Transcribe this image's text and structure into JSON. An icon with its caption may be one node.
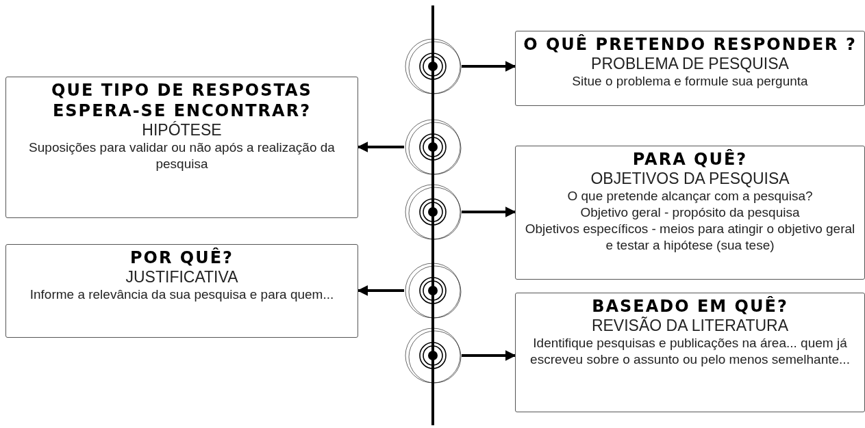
{
  "diagram": {
    "nodes": [
      {
        "text": [
          "O QUÊ PRETENDO RESPONDER ?",
          "PROBLEMA DE PESQUISA",
          "Situe o problema e formule sua pergunta"
        ]
      },
      {
        "text": [
          "QUE TIPO DE RESPOSTAS ESPERA-SE ENCONTRAR?",
          "HIPÓTESE",
          "Suposições para validar ou não após a realização da pesquisa"
        ]
      },
      {
        "text": [
          "PARA QUÊ?",
          "OBJETIVOS DA PESQUISA",
          "O que pretende alcançar com a pesquisa?",
          "Objetivo geral - propósito da pesquisa",
          "Objetivos específicos - meios para atingir o objetivo geral e testar a hipótese (sua tese)"
        ]
      },
      {
        "text": [
          "POR QUÊ?",
          "JUSTIFICATIVA",
          "Informe a relevância da sua pesquisa e para quem..."
        ]
      },
      {
        "text": [
          "BASEADO EM QUÊ?",
          "REVISÃO DA LITERATURA",
          "Identifique pesquisas e publicações na área... quem já escreveu sobre o assunto ou pelo menos semelhante..."
        ]
      },
      {
        "text": [],
        "shape": "circle"
      },
      {
        "text": [],
        "shape": "circle"
      },
      {
        "text": [],
        "shape": "circle"
      },
      {
        "text": [],
        "shape": "circle"
      },
      {
        "text": [],
        "shape": "circle"
      }
    ],
    "edges": [
      {
        "from": 5,
        "to": 0,
        "arrow": "to"
      },
      {
        "from": 6,
        "to": 1,
        "arrow": "to"
      },
      {
        "from": 7,
        "to": 2,
        "arrow": "to"
      },
      {
        "from": 8,
        "to": 3,
        "arrow": "to"
      },
      {
        "from": 9,
        "to": 4,
        "arrow": "to"
      }
    ]
  }
}
